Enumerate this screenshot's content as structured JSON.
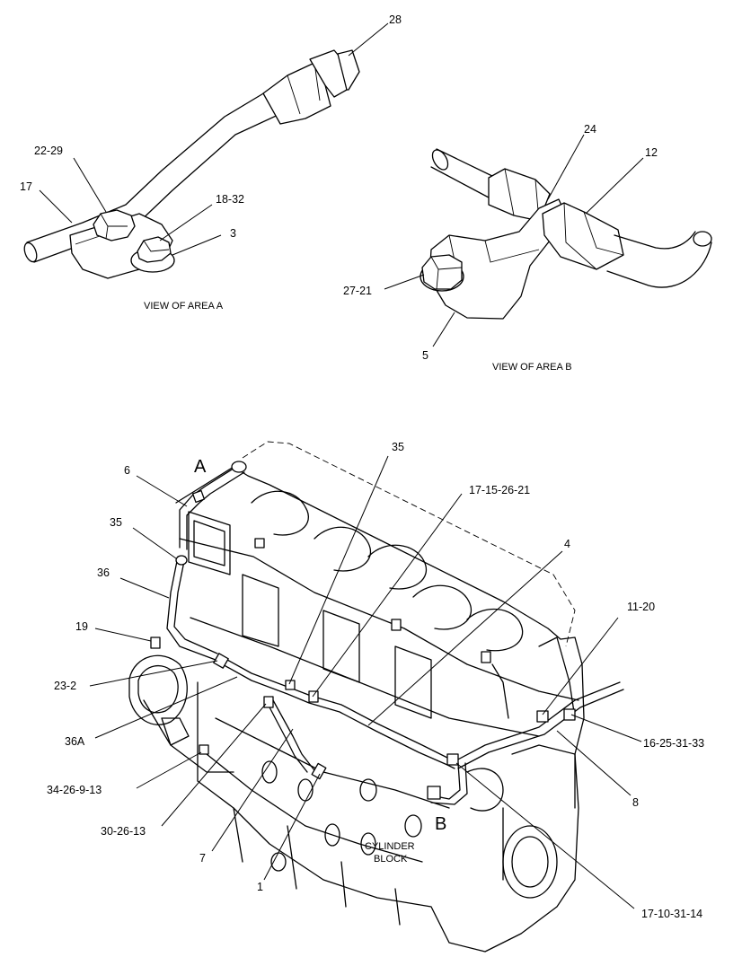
{
  "view_a": {
    "title": "VIEW OF AREA  A",
    "callouts": {
      "c28": "28",
      "c22_29": "22-29",
      "c17": "17",
      "c18_32": "18-32",
      "c3": "3"
    }
  },
  "view_b": {
    "title": "VIEW OF AREA  B",
    "callouts": {
      "c24": "24",
      "c12": "12",
      "c27_21": "27-21",
      "c5": "5"
    }
  },
  "main": {
    "area_a": "A",
    "area_b": "B",
    "block_label_1": "CYLINDER",
    "block_label_2": "BLOCK",
    "callouts": {
      "c6": "6",
      "c35_left": "35",
      "c36": "36",
      "c19": "19",
      "c23_2": "23-2",
      "c36a": "36A",
      "c34_26_9_13": "34-26-9-13",
      "c30_26_13": "30-26-13",
      "c7": "7",
      "c1": "1",
      "c35_top": "35",
      "c17_15_26_21": "17-15-26-21",
      "c4": "4",
      "c11_20": "11-20",
      "c16_25_31_33": "16-25-31-33",
      "c8": "8",
      "c17_10_31_14": "17-10-31-14"
    }
  }
}
